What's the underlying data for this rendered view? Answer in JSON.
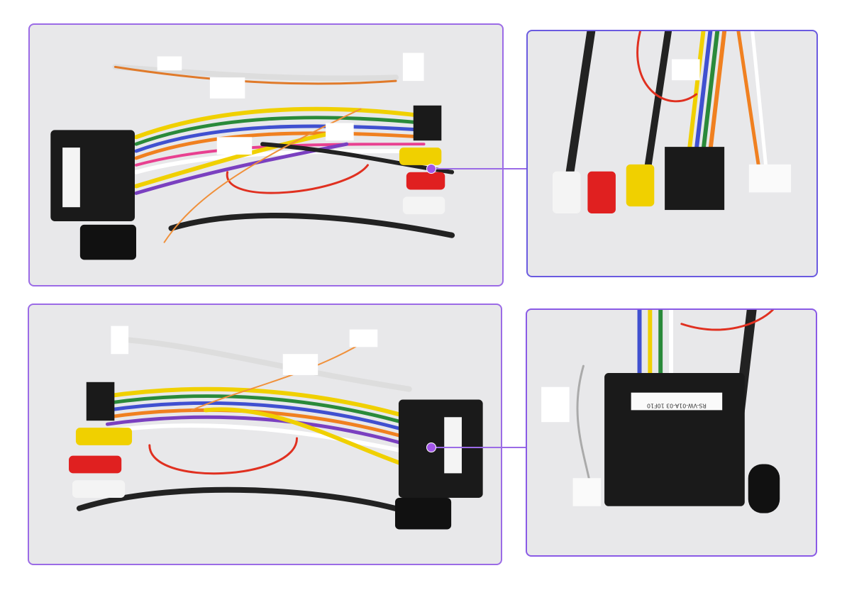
{
  "photos": [
    {
      "subject": "wiring-harness-top-view"
    },
    {
      "subject": "rca-connectors-closeup"
    },
    {
      "subject": "wiring-harness-bottom-view"
    },
    {
      "subject": "quadlock-connector-closeup"
    }
  ],
  "connector_label": {
    "line1": "RS-VW-01A-03",
    "line2": "10F10"
  },
  "colors": {
    "frame": "#9b6be6",
    "callout": "#a256e8",
    "photo_bg": "#e8e8ea"
  }
}
